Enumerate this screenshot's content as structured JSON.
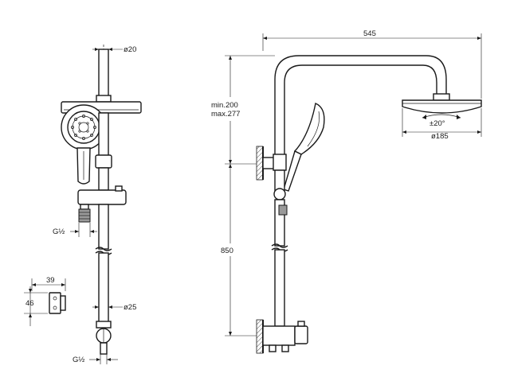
{
  "labels": {
    "rail_diameter": "ø20",
    "bar_diameter": "ø25",
    "hose_thread": "G½",
    "inlet_thread": "G½",
    "bracket_width": "39",
    "bracket_height": "46",
    "overall_width": "545",
    "height_min": "min.200",
    "height_max": "max.277",
    "mount_height": "850",
    "tilt_angle": "±20°",
    "head_diameter": "ø185"
  }
}
